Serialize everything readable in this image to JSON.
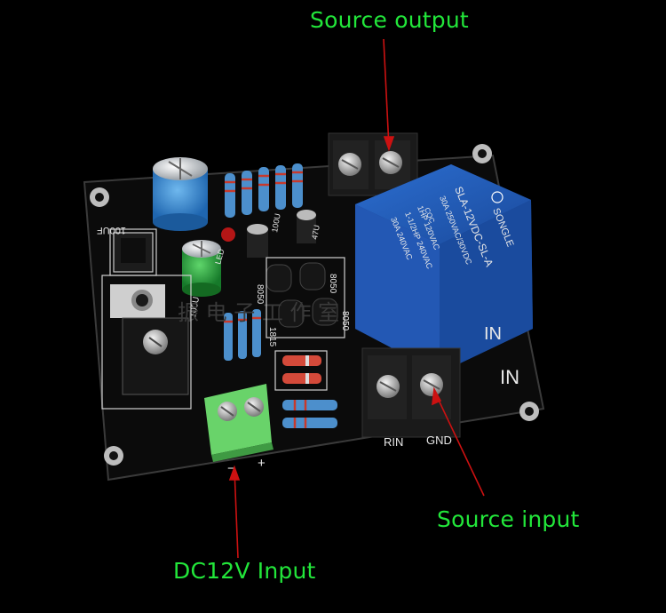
{
  "callouts": {
    "source_output": "Source output",
    "source_input": "Source input",
    "dc_input": "DC12V Input"
  },
  "board": {
    "label_in": "IN",
    "label_rin": "RIN",
    "label_gnd": "GND",
    "label_minus": "−",
    "label_plus": "+",
    "label_cap1": "100UF",
    "label_cap2": "100U",
    "label_cap3": "47U",
    "label_q1": "8050",
    "label_q2": "8050",
    "label_q3": "8050",
    "label_ic": "1815",
    "label_led": "LED",
    "watermark": "振 电 子 工 作 室"
  },
  "relay": {
    "brand": "SONGLE",
    "model": "SLA-12VDC-SL-A",
    "line1": "1HP 120VAC",
    "line2": "1-1/2HP 240VAC",
    "line3": "30A 240VAC",
    "line4": "30A 250VAC/30VDC",
    "cqc": "CQC",
    "in_label": "IN"
  },
  "colors": {
    "callout": "#22e63a",
    "arrow": "#cc1111",
    "pcb": "#0b0b0b",
    "relay": "#1f55b4"
  }
}
